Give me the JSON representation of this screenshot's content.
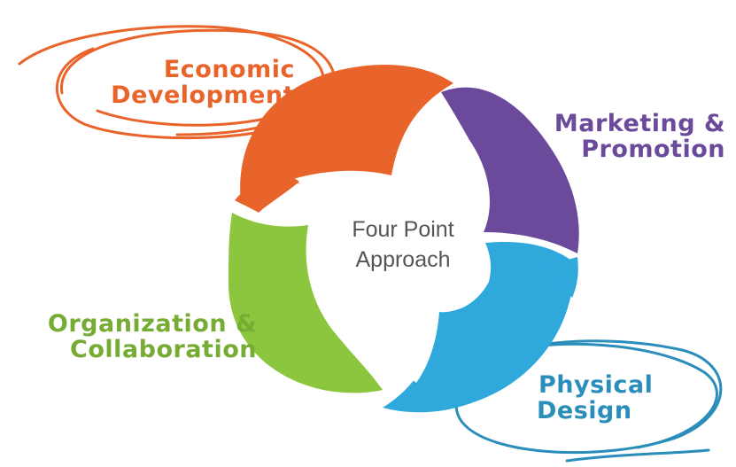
{
  "diagram": {
    "center": {
      "line1": "Four Point",
      "line2": "Approach"
    },
    "segments": [
      {
        "name": "economic",
        "line1": "Economic",
        "line2": "Development",
        "color": "#E9642A",
        "circled": true
      },
      {
        "name": "marketing",
        "line1": "Marketing &",
        "line2": "Promotion",
        "color": "#6B4A9B",
        "circled": false
      },
      {
        "name": "physical",
        "line1": "Physical",
        "line2": "Design",
        "color": "#2FA8DC",
        "circled": true,
        "circle_color": "#2A8DBA"
      },
      {
        "name": "organization",
        "line1": "Organization &",
        "line2": "Collaboration",
        "color": "#8CC63F",
        "circled": false
      }
    ]
  }
}
